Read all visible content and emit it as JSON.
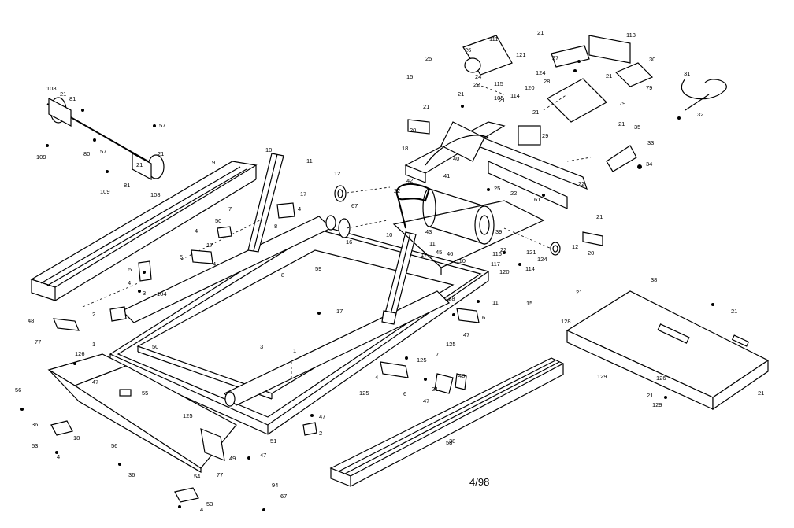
{
  "date_code": "4/98",
  "callouts": [
    "1",
    "2",
    "3",
    "4",
    "5",
    "6",
    "7",
    "8",
    "9",
    "10",
    "11",
    "12",
    "15",
    "16",
    "17",
    "18",
    "20",
    "21",
    "22",
    "24",
    "25",
    "26",
    "27",
    "28",
    "29",
    "30",
    "31",
    "32",
    "33",
    "34",
    "35",
    "36",
    "38",
    "39",
    "40",
    "41",
    "42",
    "43",
    "45",
    "46",
    "47",
    "48",
    "49",
    "50",
    "51",
    "53",
    "54",
    "55",
    "56",
    "57",
    "58",
    "59",
    "61",
    "67",
    "77",
    "79",
    "80",
    "81",
    "94",
    "104",
    "105",
    "108",
    "109",
    "110",
    "111",
    "113",
    "114",
    "115",
    "116",
    "117",
    "120",
    "121",
    "124",
    "125",
    "126",
    "128",
    "129"
  ]
}
